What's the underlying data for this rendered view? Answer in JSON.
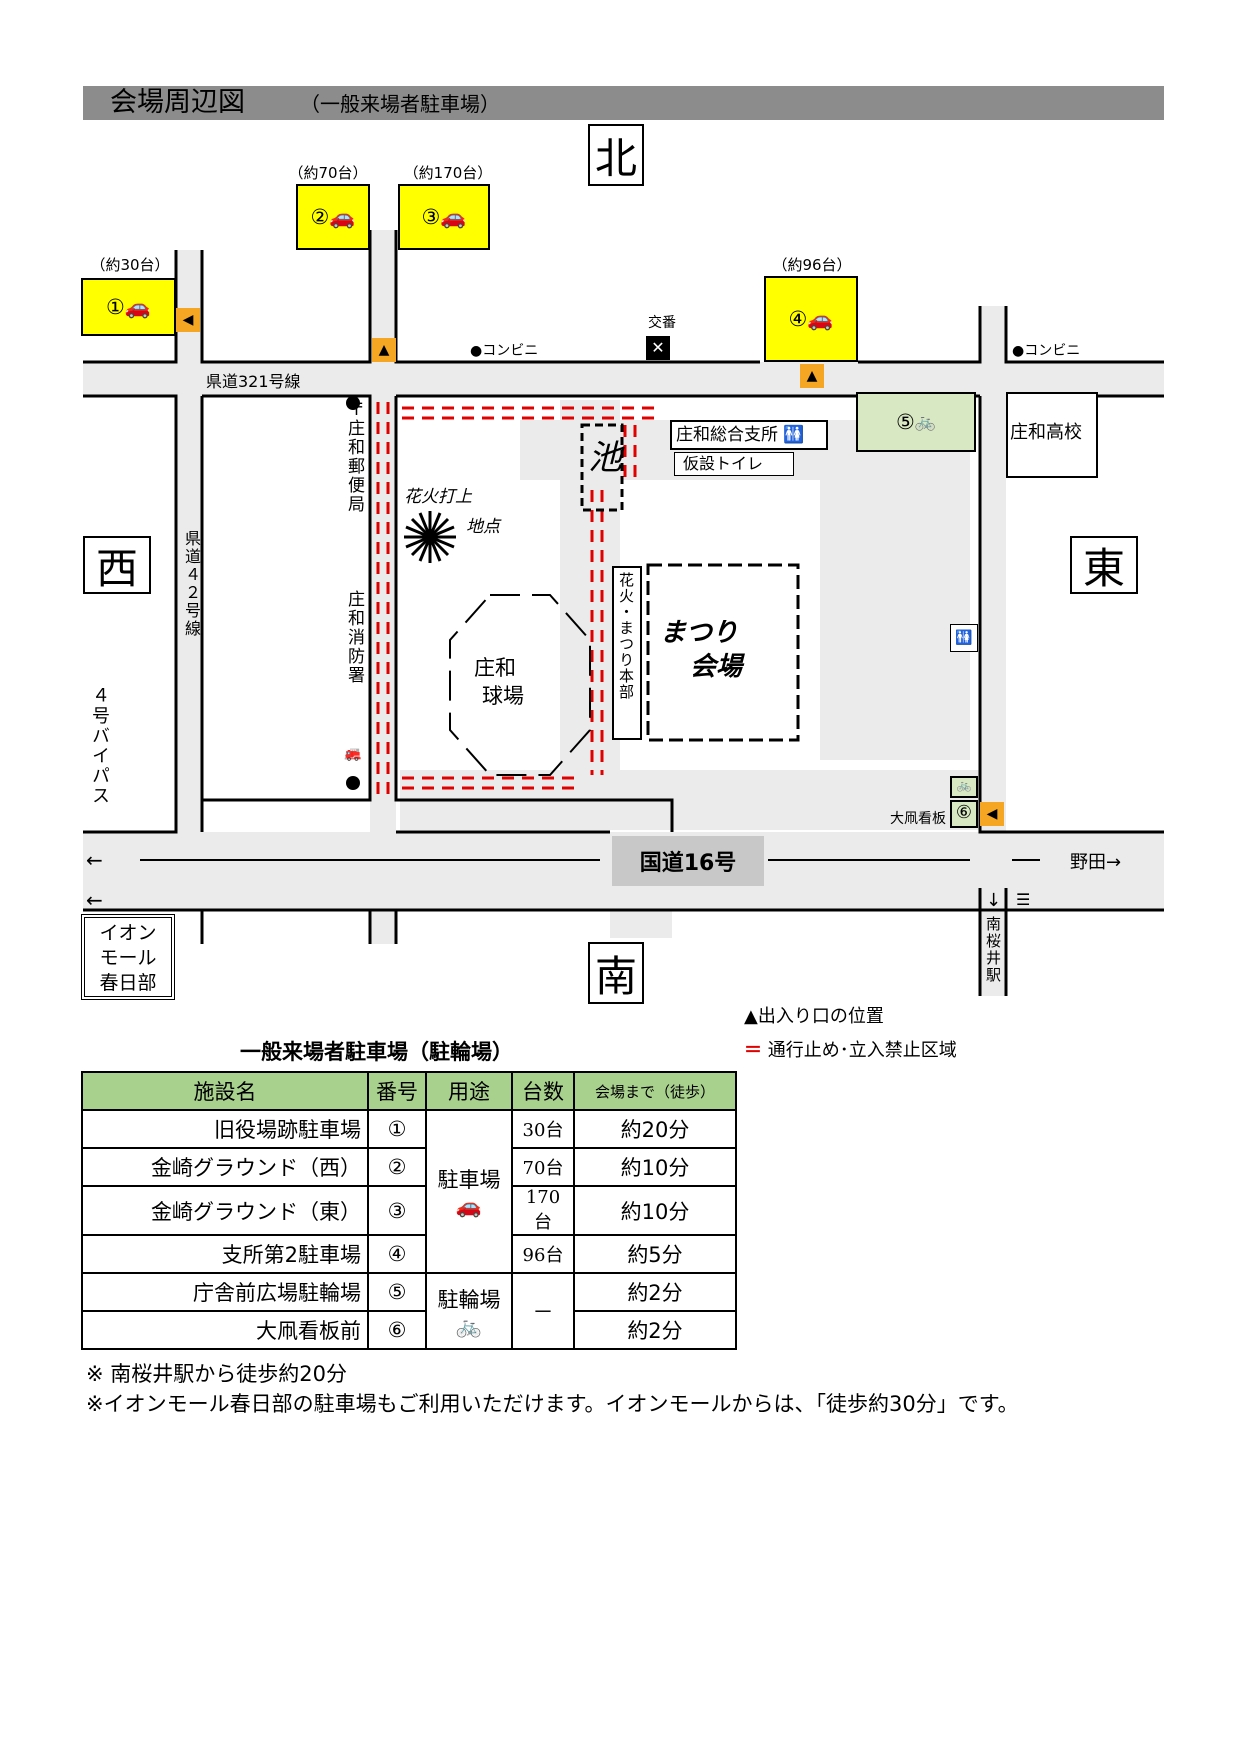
{
  "title": {
    "main": "会場周辺図",
    "sub": "（一般来場者駐車場）"
  },
  "directions": {
    "north": "北",
    "south": "南",
    "west": "西",
    "east": "東"
  },
  "roads": {
    "prefectural_321": "県道321号線",
    "prefectural_42": "県道４２号線",
    "route4_bypass": "４号バイパス",
    "national_16": "国道16号",
    "noda": "野田→",
    "left_arrow": "←",
    "minami_sakurai_arrow": "↓",
    "minami_sakurai": "南桜井駅"
  },
  "lots": [
    {
      "num": "①",
      "cap": "（約30台）"
    },
    {
      "num": "②",
      "cap": "（約70台）"
    },
    {
      "num": "③",
      "cap": "（約170台）"
    },
    {
      "num": "④",
      "cap": "（約96台）"
    },
    {
      "num": "⑤",
      "cap": ""
    },
    {
      "num": "⑥",
      "cap": "大凧看板"
    }
  ],
  "icons": {
    "car": "car-icon",
    "bike": "bicycle-icon",
    "toilet": "toilet-icon"
  },
  "landmarks": {
    "konbini": "●コンビニ",
    "koban": "交番",
    "koban_mark": "✕",
    "post_office": "〒庄和郵便局",
    "fire_station": "庄和消防署",
    "branch_office": "庄和総合支所",
    "temp_toilet": "仮設トイレ",
    "pond": "池",
    "fireworks": "花火打上",
    "fireworks2": "地点",
    "stadium_1": "庄和",
    "stadium_2": "球場",
    "hq": "花火・まつり本部",
    "venue_1": "まつり",
    "venue_2": "会場",
    "high_school": "庄和高校",
    "aeon": [
      "イオン",
      "モール",
      "春日部"
    ]
  },
  "legend": {
    "entrance": "▲出入り口の位置",
    "closed_mark": "＝",
    "closed": "通行止め･立入禁止区域"
  },
  "table": {
    "title": "一般来場者駐車場（駐輪場）",
    "headers": [
      "施設名",
      "番号",
      "用途",
      "台数",
      "会場まで（徒歩）"
    ],
    "rows": [
      {
        "name": "旧役場跡駐車場",
        "num": "①",
        "count": "30台",
        "time": "約20分"
      },
      {
        "name": "金崎グラウンド（西）",
        "num": "②",
        "count": "70台",
        "time": "約10分"
      },
      {
        "name": "金崎グラウンド（東）",
        "num": "③",
        "count": "170台",
        "time": "約10分"
      },
      {
        "name": "支所第2駐車場",
        "num": "④",
        "count": "96台",
        "time": "約5分"
      },
      {
        "name": "庁舎前広場駐輪場",
        "num": "⑤",
        "time": "約2分"
      },
      {
        "name": "大凧看板前",
        "num": "⑥",
        "time": "約2分"
      }
    ],
    "use_parking": "駐車場",
    "use_bike": "駐輪場",
    "bike_count": "－"
  },
  "notes": [
    "※ 南桜井駅から徒歩約20分",
    "※イオンモール春日部の駐車場もご利用いただけます。イオンモールからは、「徒歩約30分」です。"
  ],
  "colors": {
    "lot": "#ffff00",
    "entrance": "#f5a623",
    "closed": "#e00000",
    "green": "#d8e8c3",
    "road": "#ebebeb"
  }
}
